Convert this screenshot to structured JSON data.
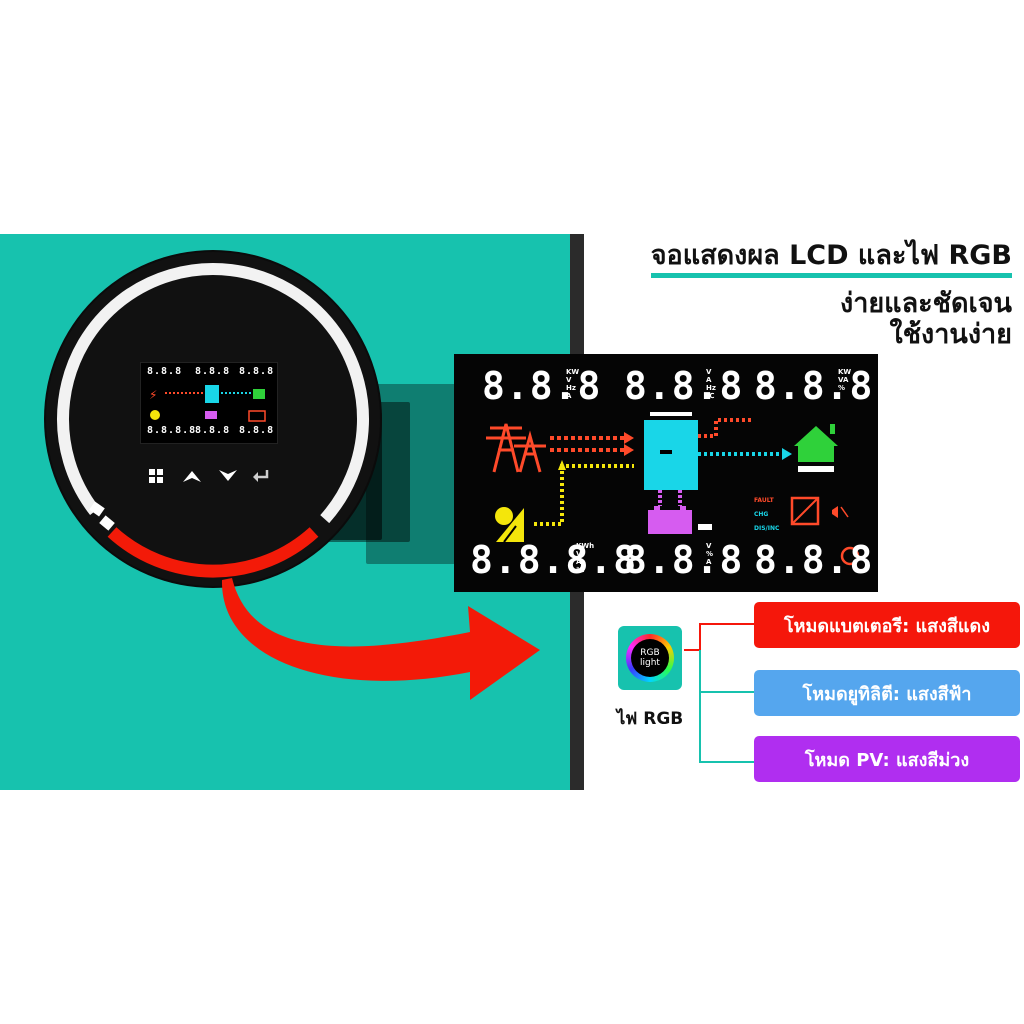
{
  "headline": {
    "line1": "จอแสดงผล LCD และไฟ RGB",
    "line2": "ง่ายและชัดเจน",
    "line3": "ใช้งานง่าย"
  },
  "lcd": {
    "top_left_digits": "8.8.8",
    "top_left_units": "KW\nV\nHz\nA",
    "top_mid_digits": "8.8.8",
    "top_mid_units": "V\nA\nHz\n℃",
    "top_right_digits": "8.8.8",
    "top_right_units": "KW\nVA\n%",
    "bottom_left_digits": "8.8.8.8",
    "bottom_left_units": "KWh\nV\nA\n℃",
    "bottom_mid_digits": "8.8.8",
    "bottom_mid_units": "V\n%\nA",
    "bottom_right_digits": "8.8.8",
    "status_labels": [
      "FAULT",
      "CHG",
      "DIS/INC"
    ]
  },
  "panel_thumb": {
    "digits_a": "8.8.8",
    "digits_b": "8.8.8.8",
    "digits_c": "8.8.8"
  },
  "buttons": [
    "menu-button",
    "up-button",
    "down-button",
    "enter-button"
  ],
  "rgb": {
    "icon_text_1": "RGB",
    "icon_text_2": "light",
    "caption": "ไฟ RGB"
  },
  "modes": [
    {
      "label": "โหมดแบตเตอรี: แสงสีแดง",
      "color": "#f5170b"
    },
    {
      "label": "โหมดยูทิลิตี: แสงสีฟ้า",
      "color": "#55a6ee"
    },
    {
      "label": "โหมด PV: แสงสีม่วง",
      "color": "#b02ef0"
    }
  ],
  "colors": {
    "teal": "#17c2ae",
    "arrow_red": "#f31a08",
    "grid_red": "#ff4a2a",
    "inverter_cyan": "#19d6e8",
    "home_green": "#2fd13a",
    "pv_yellow": "#f4e60b",
    "battery_purple": "#d65cf0"
  }
}
